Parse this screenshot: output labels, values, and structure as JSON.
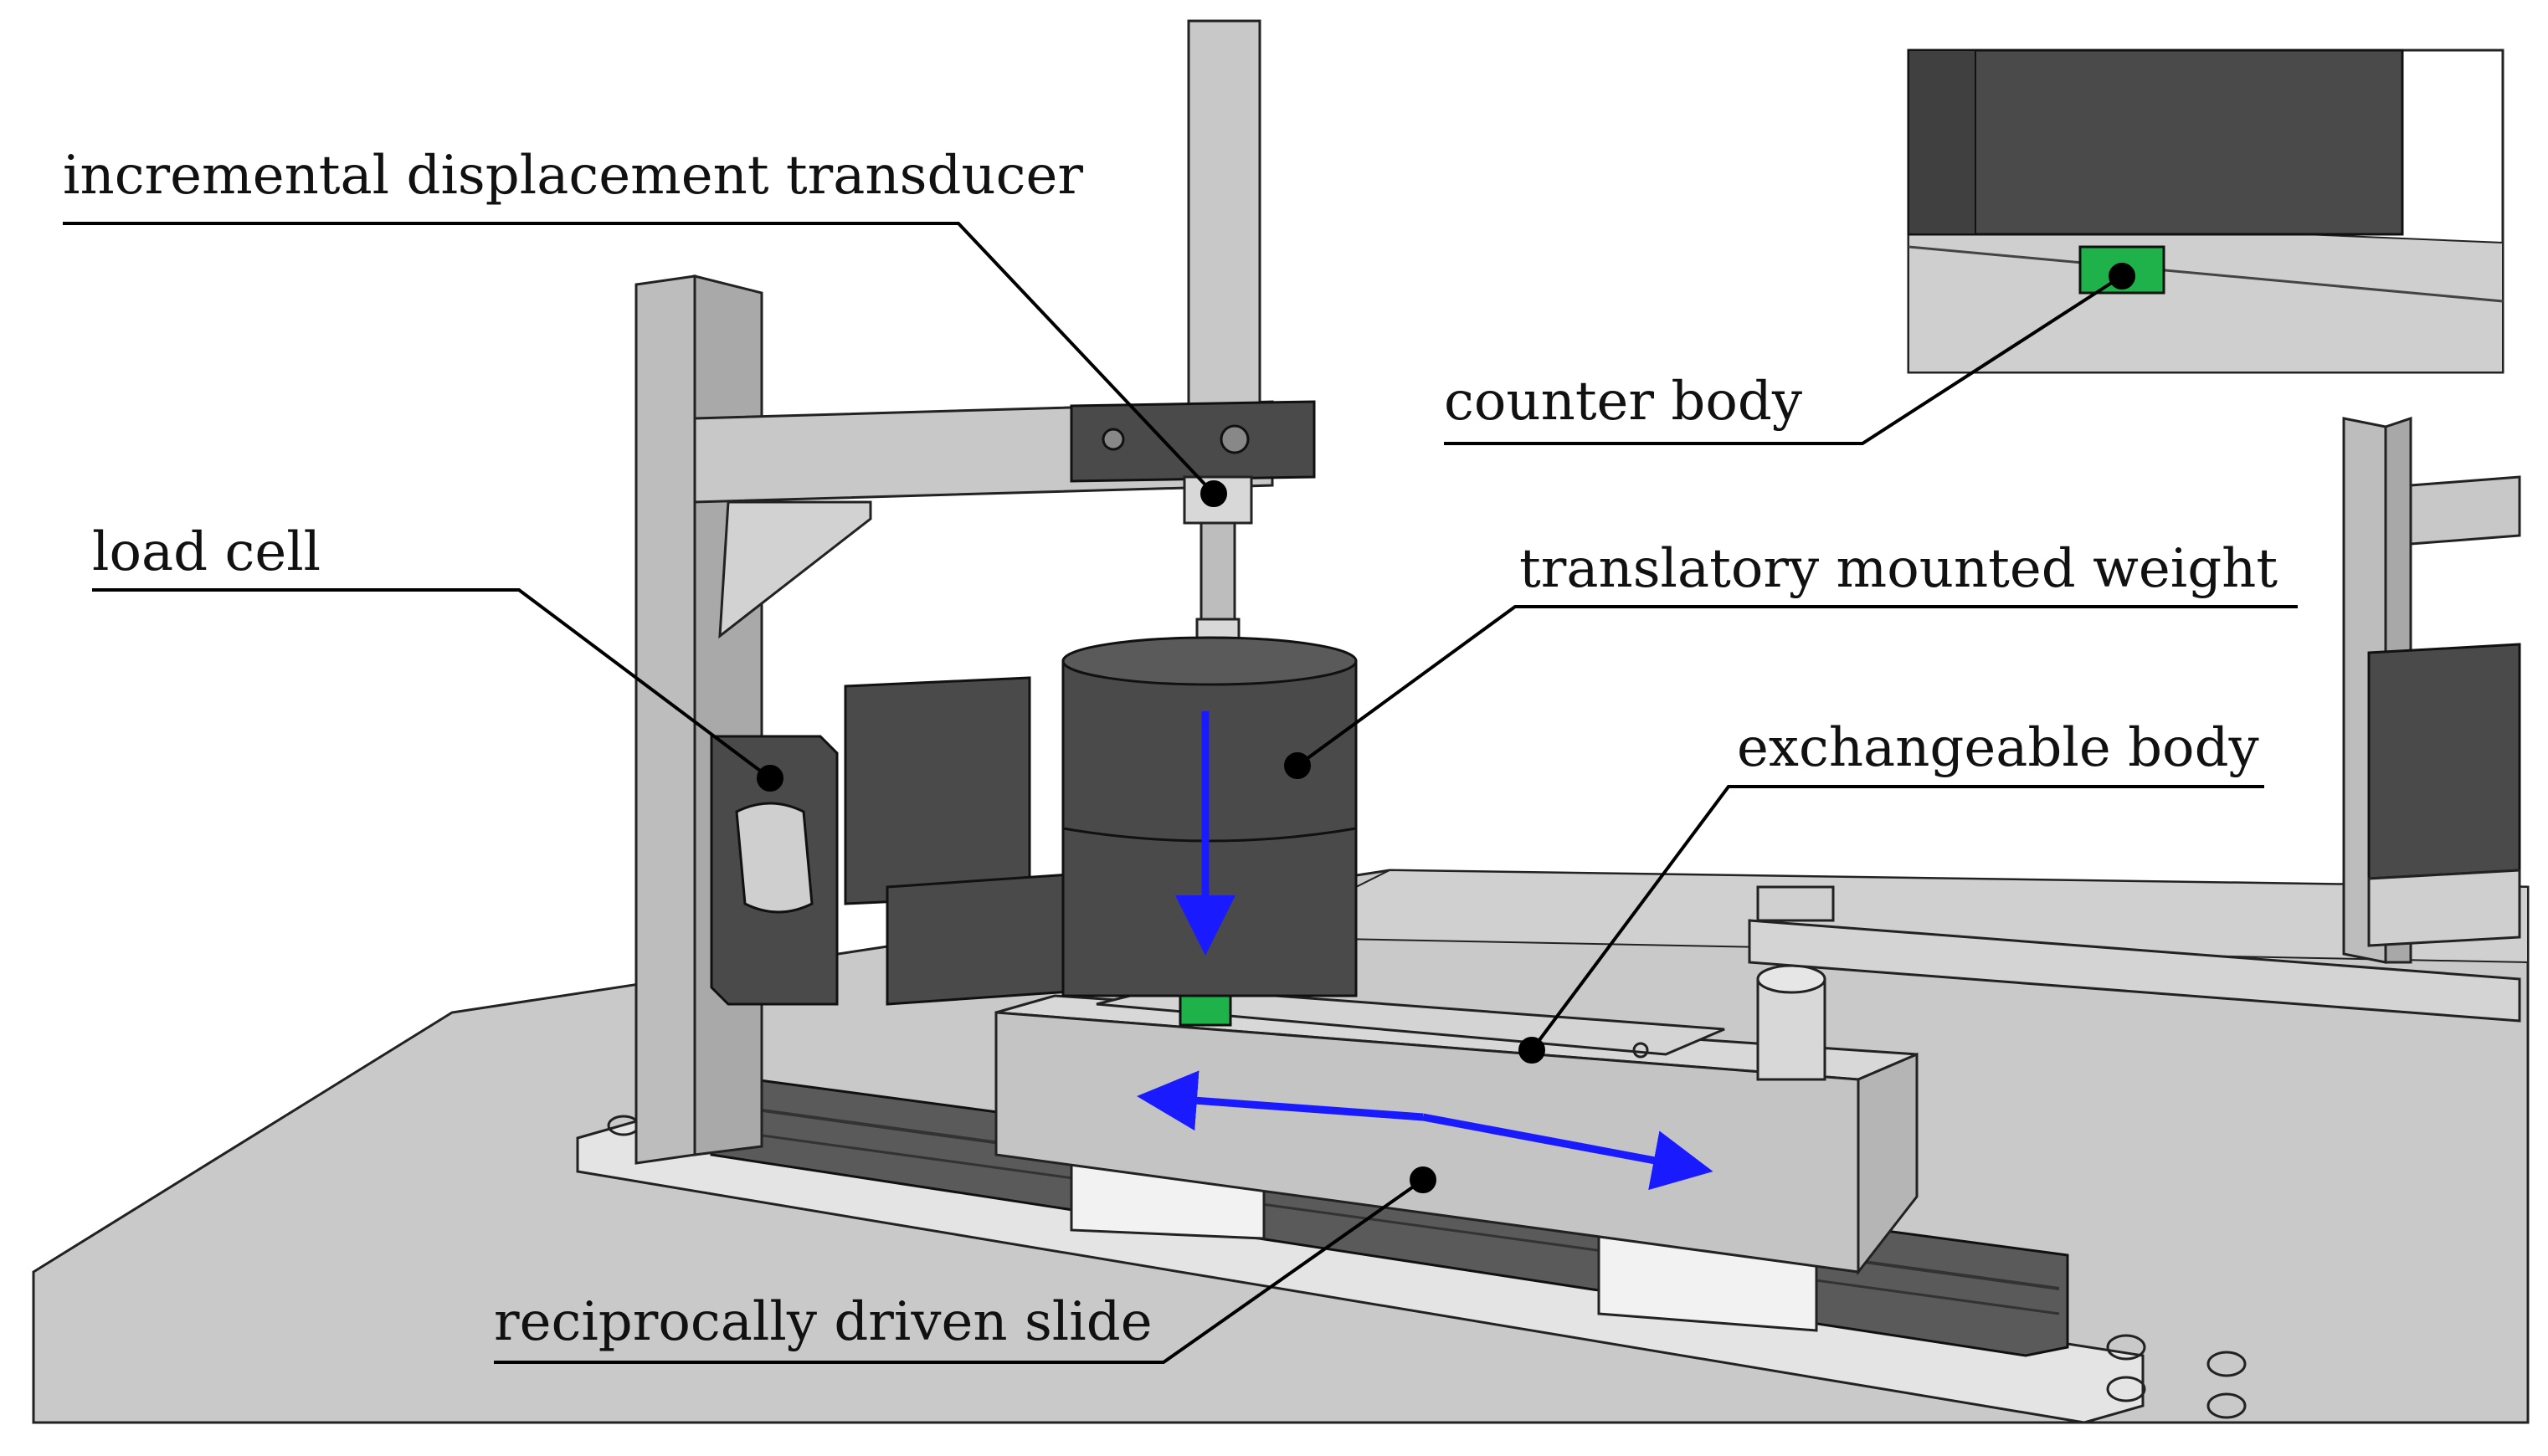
{
  "labels": {
    "incremental_displacement_transducer": "incremental displacement transducer",
    "load_cell": "load cell",
    "counter_body": "counter body",
    "translatory_mounted_weight": "translatory mounted weight",
    "exchangeable_body": "exchangeable body",
    "reciprocally_driven_slide": "reciprocally driven slide"
  },
  "colors": {
    "background": "#ffffff",
    "table": "#c9c9c9",
    "frame": "#bdbdbd",
    "dark_part": "#4a4a4a",
    "rail": "#5a5a5a",
    "counter_body": "#1fb24a",
    "motion_arrow": "#1a1aff",
    "leader_line": "#000000"
  }
}
